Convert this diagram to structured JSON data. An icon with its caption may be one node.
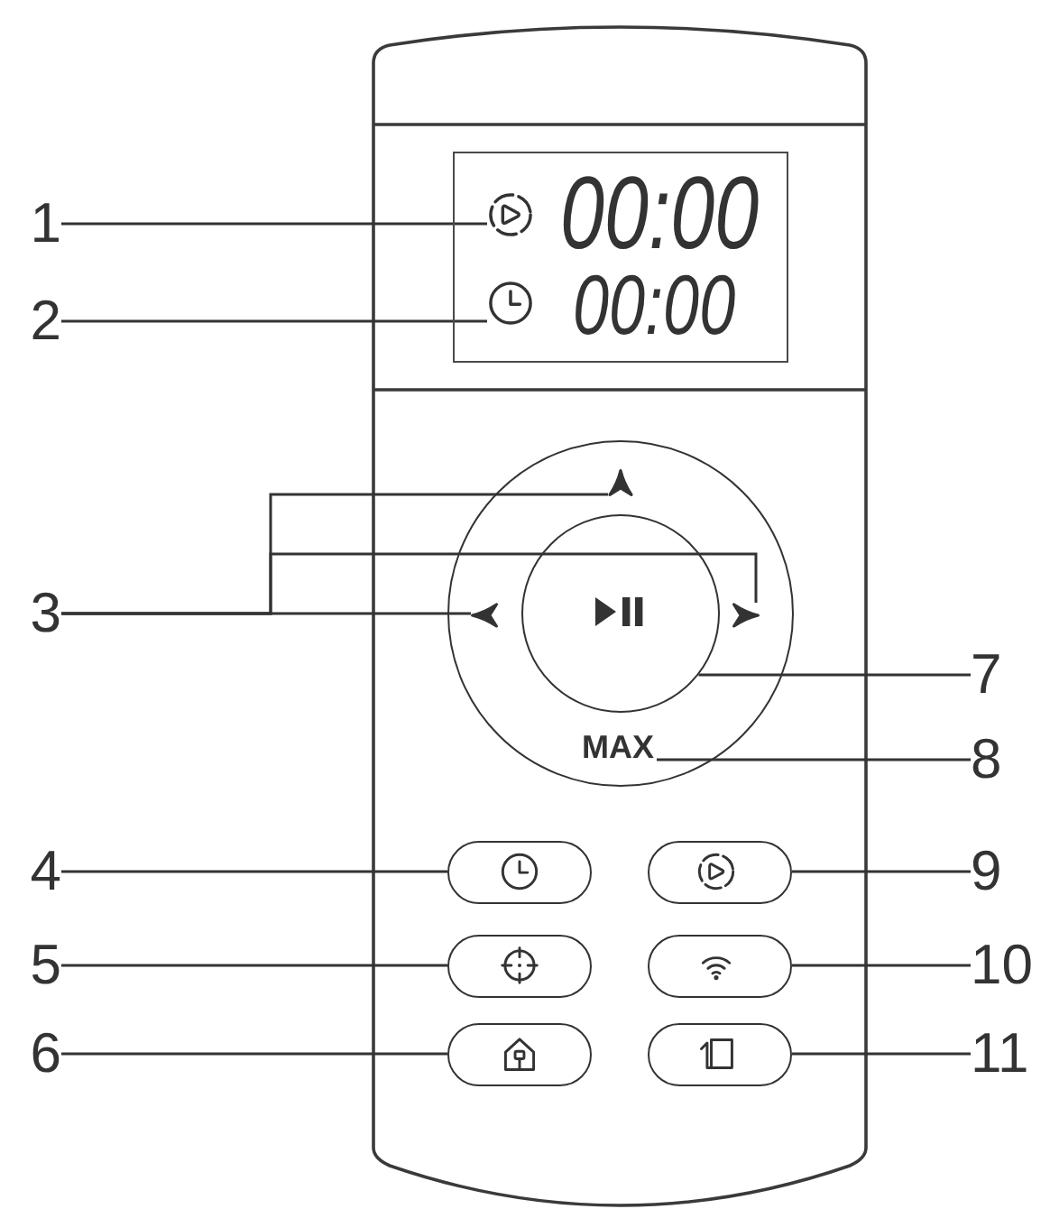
{
  "diagram": {
    "nodes": [
      {
        "text": [
          "1"
        ]
      },
      {
        "text": [
          "2"
        ]
      },
      {
        "text": [
          "3"
        ]
      },
      {
        "text": [
          "4"
        ]
      },
      {
        "text": [
          "5"
        ]
      },
      {
        "text": [
          "6"
        ]
      },
      {
        "text": [
          "7"
        ]
      },
      {
        "text": [
          "8"
        ]
      },
      {
        "text": [
          "9"
        ]
      },
      {
        "text": [
          "10"
        ]
      },
      {
        "text": [
          "11"
        ]
      },
      {
        "text": [
          "00:00",
          "00:00"
        ]
      },
      {
        "text": [],
        "shape": "picture",
        "in": 11
      },
      {
        "text": [],
        "shape": "picture",
        "in": 11
      },
      {
        "text": [],
        "shape": "circle"
      },
      {
        "text": [],
        "shape": "picture",
        "in": 14
      },
      {
        "text": [],
        "shape": "picture",
        "in": 14
      },
      {
        "text": [],
        "shape": "picture",
        "in": 14
      },
      {
        "text": [],
        "shape": "circle",
        "in": 14
      },
      {
        "text": [
          "MAX"
        ],
        "in": 14
      },
      {
        "text": [],
        "shape": "pill"
      },
      {
        "text": [],
        "shape": "pill"
      },
      {
        "text": [],
        "shape": "pill"
      },
      {
        "text": [],
        "shape": "pill"
      },
      {
        "text": [],
        "shape": "pill"
      },
      {
        "text": [],
        "shape": "pill"
      }
    ],
    "edges": [
      {
        "from": 0,
        "to": 12,
        "arrow": "none"
      },
      {
        "from": 1,
        "to": 13,
        "arrow": "none"
      },
      {
        "from": 2,
        "to": 15,
        "arrow": "none"
      },
      {
        "from": 2,
        "to": 17,
        "arrow": "none"
      },
      {
        "from": 2,
        "to": 16,
        "arrow": "none"
      },
      {
        "from": 3,
        "to": 20,
        "arrow": "none"
      },
      {
        "from": 4,
        "to": 21,
        "arrow": "none"
      },
      {
        "from": 5,
        "to": 22,
        "arrow": "none"
      },
      {
        "from": 6,
        "to": 18,
        "arrow": "none"
      },
      {
        "from": 7,
        "to": 19,
        "arrow": "none"
      },
      {
        "from": 8,
        "to": 23,
        "arrow": "none"
      },
      {
        "from": 9,
        "to": 24,
        "arrow": "none"
      },
      {
        "from": 10,
        "to": 25,
        "arrow": "none"
      }
    ]
  }
}
